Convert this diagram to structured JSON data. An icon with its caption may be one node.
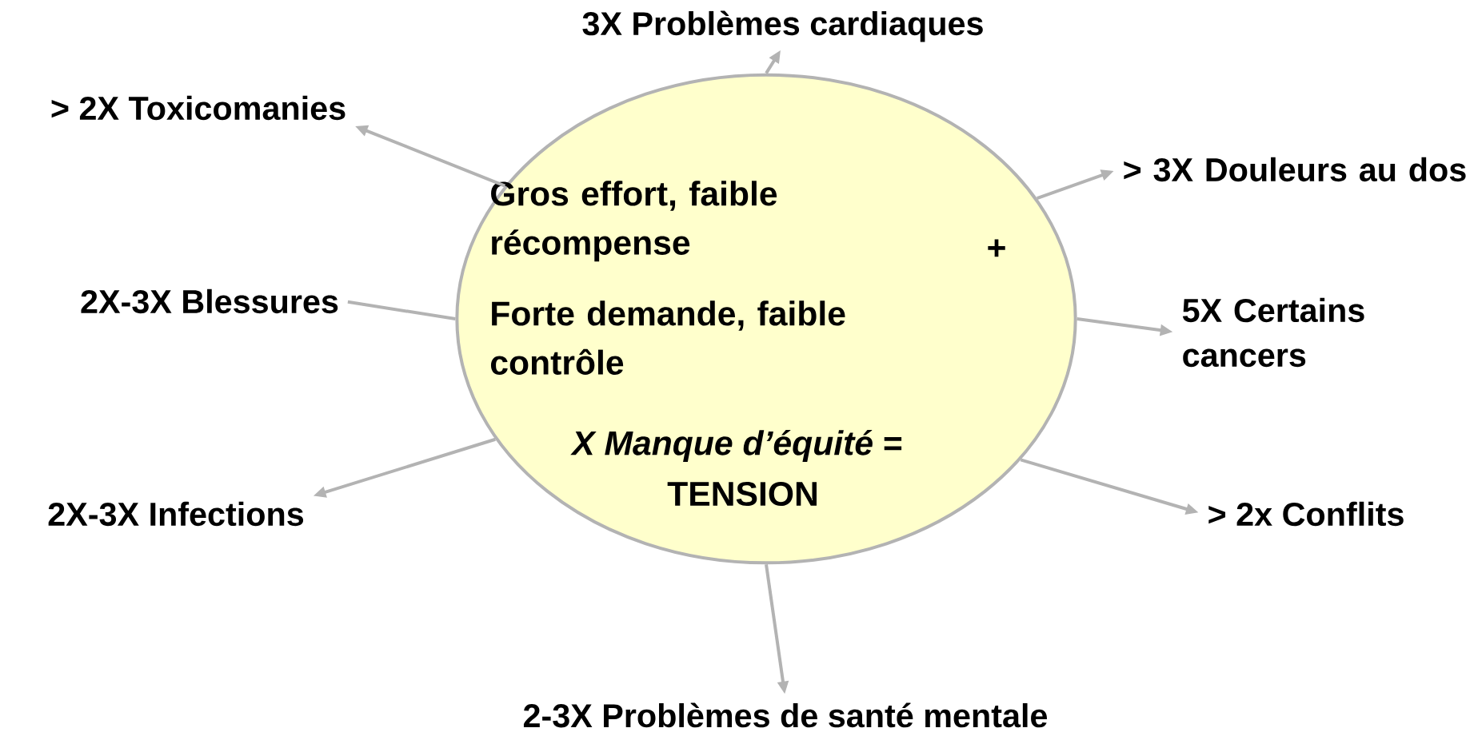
{
  "diagram": {
    "nodes": [
      {
        "text": [
          "Gros effort, faible récompense",
          "+",
          "Forte demande, faible contrôle",
          "*X Manque d’équité* =",
          "TENSION"
        ]
      },
      {
        "text": [
          "3X Problèmes cardiaques"
        ]
      },
      {
        "text": [
          "> 2X Toxicomanies"
        ]
      },
      {
        "text": [
          "> 3X Douleurs au dos"
        ]
      },
      {
        "text": [
          "2X-3X Blessures"
        ]
      },
      {
        "text": [
          "5X Certains cancers"
        ]
      },
      {
        "text": [
          "2X-3X Infections"
        ]
      },
      {
        "text": [
          "> 2x Conflits"
        ]
      },
      {
        "text": [
          "2-3X Problèmes de santé mentale"
        ]
      }
    ],
    "edges": [
      {
        "from": 0,
        "to": 1,
        "arrow": "to"
      },
      {
        "from": 0,
        "to": 2,
        "arrow": "to"
      },
      {
        "from": 0,
        "to": 3,
        "arrow": "to"
      },
      {
        "from": 0,
        "to": 4,
        "arrow": "none"
      },
      {
        "from": 0,
        "to": 5,
        "arrow": "to"
      },
      {
        "from": 0,
        "to": 6,
        "arrow": "to"
      },
      {
        "from": 0,
        "to": 7,
        "arrow": "to"
      },
      {
        "from": 0,
        "to": 8,
        "arrow": "to"
      }
    ]
  }
}
